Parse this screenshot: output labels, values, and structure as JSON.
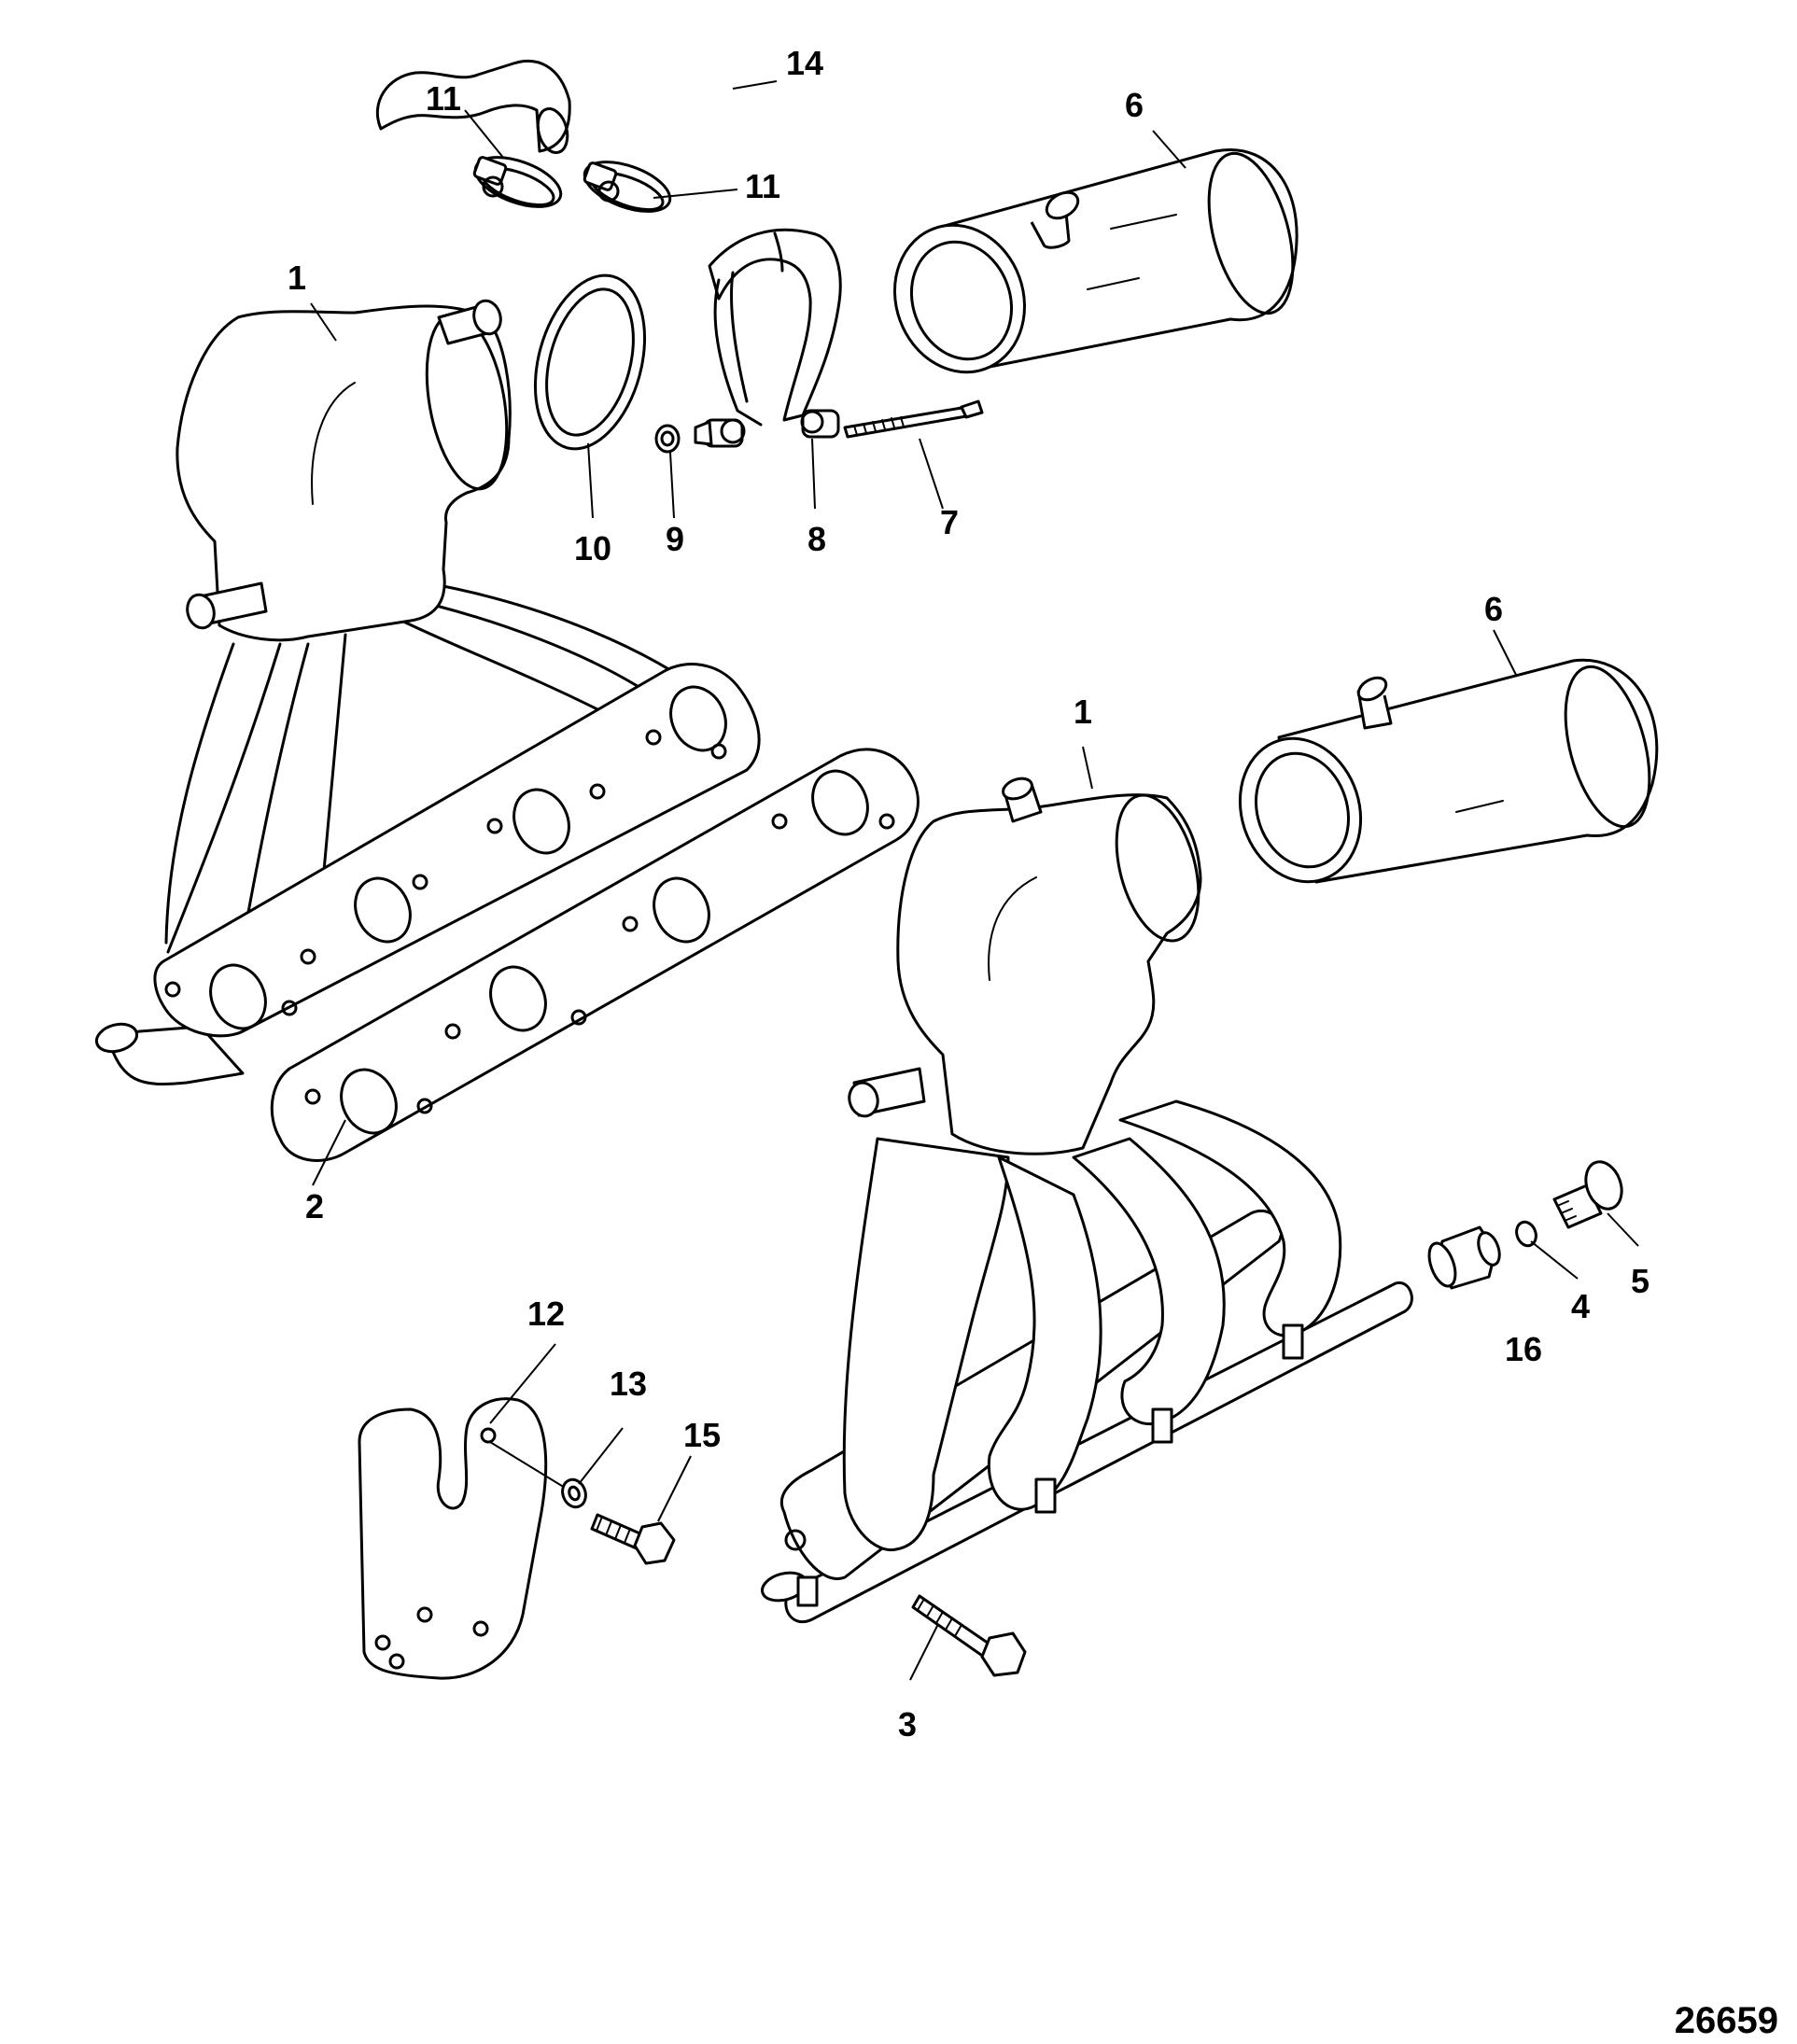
{
  "figure_id": "26659",
  "callouts": [
    {
      "id": "c1a",
      "label": "1"
    },
    {
      "id": "c1b",
      "label": "1"
    },
    {
      "id": "c2",
      "label": "2"
    },
    {
      "id": "c3",
      "label": "3"
    },
    {
      "id": "c4",
      "label": "4"
    },
    {
      "id": "c5",
      "label": "5"
    },
    {
      "id": "c6a",
      "label": "6"
    },
    {
      "id": "c6b",
      "label": "6"
    },
    {
      "id": "c7",
      "label": "7"
    },
    {
      "id": "c8",
      "label": "8"
    },
    {
      "id": "c9",
      "label": "9"
    },
    {
      "id": "c10",
      "label": "10"
    },
    {
      "id": "c11a",
      "label": "11"
    },
    {
      "id": "c11b",
      "label": "11"
    },
    {
      "id": "c12",
      "label": "12"
    },
    {
      "id": "c13",
      "label": "13"
    },
    {
      "id": "c14",
      "label": "14"
    },
    {
      "id": "c15",
      "label": "15"
    },
    {
      "id": "c16",
      "label": "16"
    }
  ]
}
